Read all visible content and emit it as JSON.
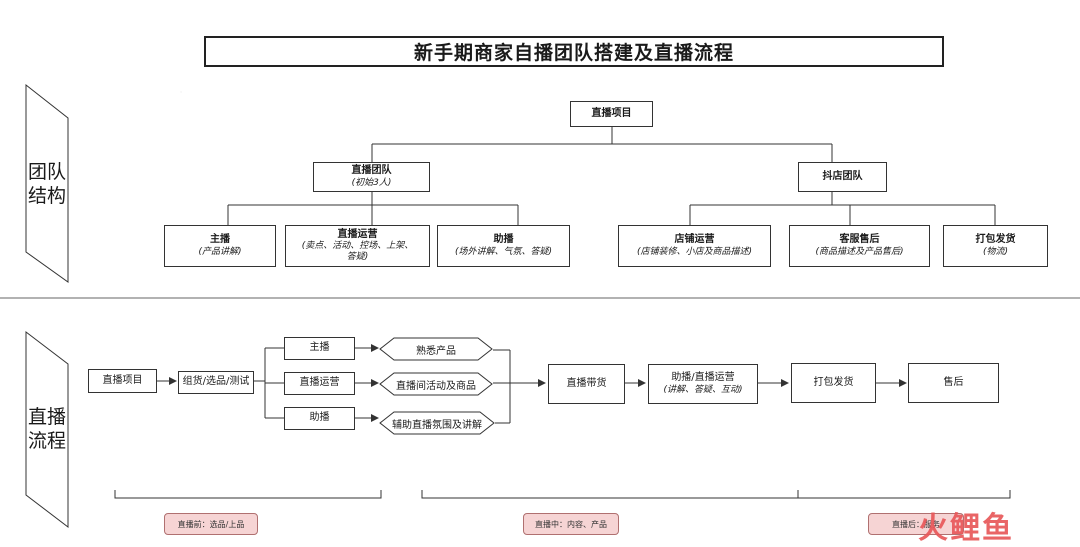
{
  "title": "新手期商家自播团队搭建及直播流程",
  "sections": {
    "structure_label": [
      "团队",
      "结构"
    ],
    "flow_label": [
      "直播",
      "流程"
    ]
  },
  "org": {
    "root": "直播项目",
    "live_team": {
      "title": "直播团队",
      "sub": "(初始3人)"
    },
    "shop_team": {
      "title": "抖店团队"
    },
    "roles": [
      {
        "title": "主播",
        "sub": "(产品讲解)"
      },
      {
        "title": "直播运营",
        "sub": "(卖点、活动、控场、上架、答疑)"
      },
      {
        "title": "助播",
        "sub": "(场外讲解、气氛、答疑)"
      },
      {
        "title": "店铺运营",
        "sub": "(店铺装修、小店及商品描述)"
      },
      {
        "title": "客服售后",
        "sub": "(商品描述及产品售后)"
      },
      {
        "title": "打包发货",
        "sub": "(物流)"
      }
    ]
  },
  "flow": {
    "start": "直播项目",
    "prep": "组货/选品/测试",
    "roles": [
      "主播",
      "直播运营",
      "助播"
    ],
    "tasks": [
      "熟悉产品",
      "直播间活动及商品",
      "辅助直播氛围及讲解"
    ],
    "live_sell": "直播带货",
    "assist": {
      "title": "助播/直播运营",
      "sub": "(讲解、答疑、互动)"
    },
    "ship": "打包发货",
    "after_sale": "售后"
  },
  "phases": [
    "直播前：选品/上品",
    "直播中：内容、产品",
    "直播后：服务"
  ],
  "brand": "火鲤鱼",
  "colors": {
    "phase_fill": "#f6d4d4",
    "phase_border": "#b07070",
    "brand": "#e8585a",
    "line": "#333333"
  }
}
